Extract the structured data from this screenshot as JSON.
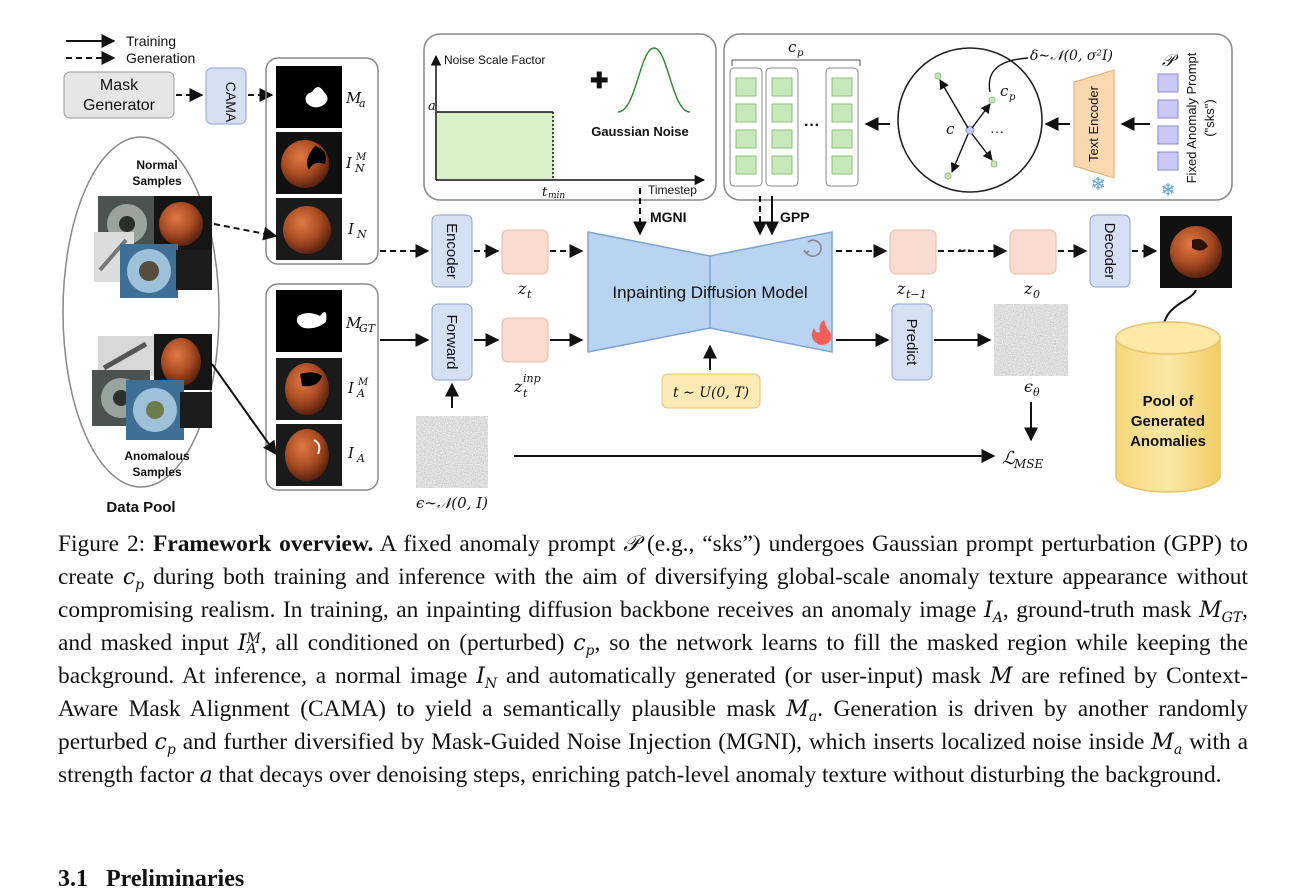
{
  "legend": {
    "training": "Training",
    "generation": "Generation"
  },
  "boxes": {
    "mask_generator": [
      "Mask",
      "Generator"
    ],
    "cama": "CAMA",
    "encoder": "Encoder",
    "forward": "Forward",
    "decoder": "Decoder",
    "predict": "Predict",
    "text_encoder": "Text Encoder",
    "diffusion_model": "Inpainting Diffusion Model",
    "pool": [
      "Pool of",
      "Generated",
      "Anomalies"
    ]
  },
  "data_pool": {
    "title": "Data Pool",
    "normal": [
      "Normal",
      "Samples"
    ],
    "anomalous": [
      "Anomalous",
      "Samples"
    ]
  },
  "noise_panel": {
    "ylabel": "Noise Scale Factor",
    "xlabel": "Timestep",
    "a": "a",
    "tmin": "t",
    "tmin_sub": "min",
    "gaussian": "Gaussian Noise",
    "plus": "✚"
  },
  "prompt_panel": {
    "cp": "c",
    "cp_sub": "p",
    "c": "c",
    "delta": "δ∼𝒩(0, σ²I)",
    "P": "𝒫",
    "fixed_prompt": "Fixed Anomaly Prompt",
    "sks": "(\"sks\")",
    "dots": "···"
  },
  "labels": {
    "Ma": "M",
    "Ma_sub": "a",
    "INM": "I",
    "INM_sub": "N",
    "INM_sup": "M",
    "IN": "I",
    "IN_sub": "N",
    "MGT": "M",
    "MGT_sub": "GT",
    "IAM": "I",
    "IAM_sub": "A",
    "IAM_sup": "M",
    "IA": "I",
    "IA_sub": "A",
    "zt": "z",
    "zt_sub": "t",
    "ztinp": "z",
    "ztinp_sub": "t",
    "ztinp_sup": "inp",
    "zt1": "z",
    "zt1_sub": "t−1",
    "z0": "z",
    "z0_sub": "0",
    "eps_theta": "ϵ",
    "eps_theta_sub": "θ",
    "loss": "ℒ",
    "loss_sub": "MSE",
    "eps_noise": "ϵ∼𝒩(0, I)",
    "t_sample": "t ∼ U(0, T)",
    "mgni": "MGNI",
    "gpp": "GPP"
  },
  "caption": {
    "fig_label": "Figure 2: ",
    "fig_title": "Framework overview.",
    "body": [
      " A fixed anomaly prompt ",
      {
        "m": "𝒫"
      },
      " (e.g., “sks”) undergoes Gaussian prompt perturbation (GPP) to create ",
      {
        "m": "c",
        "sub": "p"
      },
      " during both training and inference with the aim of diversifying global-scale anomaly texture appearance without compromising realism. In training, an inpainting diffusion backbone receives an anomaly image ",
      {
        "m": "I",
        "sub": "A"
      },
      ", ground-truth mask ",
      {
        "m": "M",
        "sub": "GT"
      },
      ", and masked input ",
      {
        "m": "I",
        "sub": "A",
        "sup": "M"
      },
      ", all conditioned on (perturbed) ",
      {
        "m": "c",
        "sub": "p"
      },
      ", so the network learns to fill the masked region while keeping the background. At inference, a normal image ",
      {
        "m": "I",
        "sub": "N"
      },
      " and automatically generated (or user-input) mask ",
      {
        "m": "M"
      },
      " are refined by Context-Aware Mask Alignment (CAMA) to yield a semantically plausible mask ",
      {
        "m": "M",
        "sub": "a"
      },
      ". Generation is driven by another randomly perturbed ",
      {
        "m": "c",
        "sub": "p"
      },
      " and further diversified by Mask-Guided Noise Injection (MGNI), which inserts localized noise inside ",
      {
        "m": "M",
        "sub": "a"
      },
      " with a strength factor ",
      {
        "m": "a"
      },
      " that decays over denoising steps, enriching patch-level anomaly texture without disturbing the background."
    ]
  },
  "section": {
    "number": "3.1",
    "title": "Preliminaries"
  }
}
